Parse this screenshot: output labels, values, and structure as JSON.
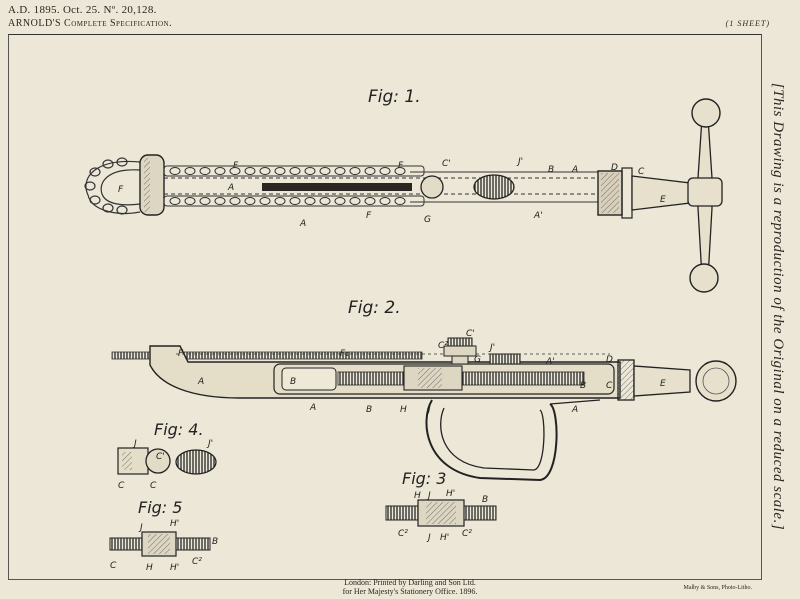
{
  "header": {
    "line1": "A.D. 1895. Oct. 25. Nº. 20,128.",
    "line2": "ARNOLD'S Complete Specification.",
    "sheet": "(1 SHEET)"
  },
  "figures": {
    "fig1": "Fig: 1.",
    "fig2": "Fig: 2.",
    "fig3": "Fig: 3",
    "fig4": "Fig: 4.",
    "fig5": "Fig: 5"
  },
  "letters": {
    "F": "F",
    "A": "A",
    "C": "C",
    "C1": "C'",
    "C2": "C²",
    "G": "G",
    "J": "J",
    "J1": "J'",
    "B": "B",
    "D": "D",
    "E": "E",
    "A1": "A'",
    "H": "H",
    "H1": "H'",
    "F1": "F₁"
  },
  "side_note": "[This Drawing is a reproduction of the Original on a reduced scale.]",
  "footer": {
    "line1": "London: Printed by Darling and Son Ltd.",
    "line2": "for Her Majesty's Stationery Office. 1896.",
    "maker": "Malby & Sons, Photo-Litho."
  }
}
